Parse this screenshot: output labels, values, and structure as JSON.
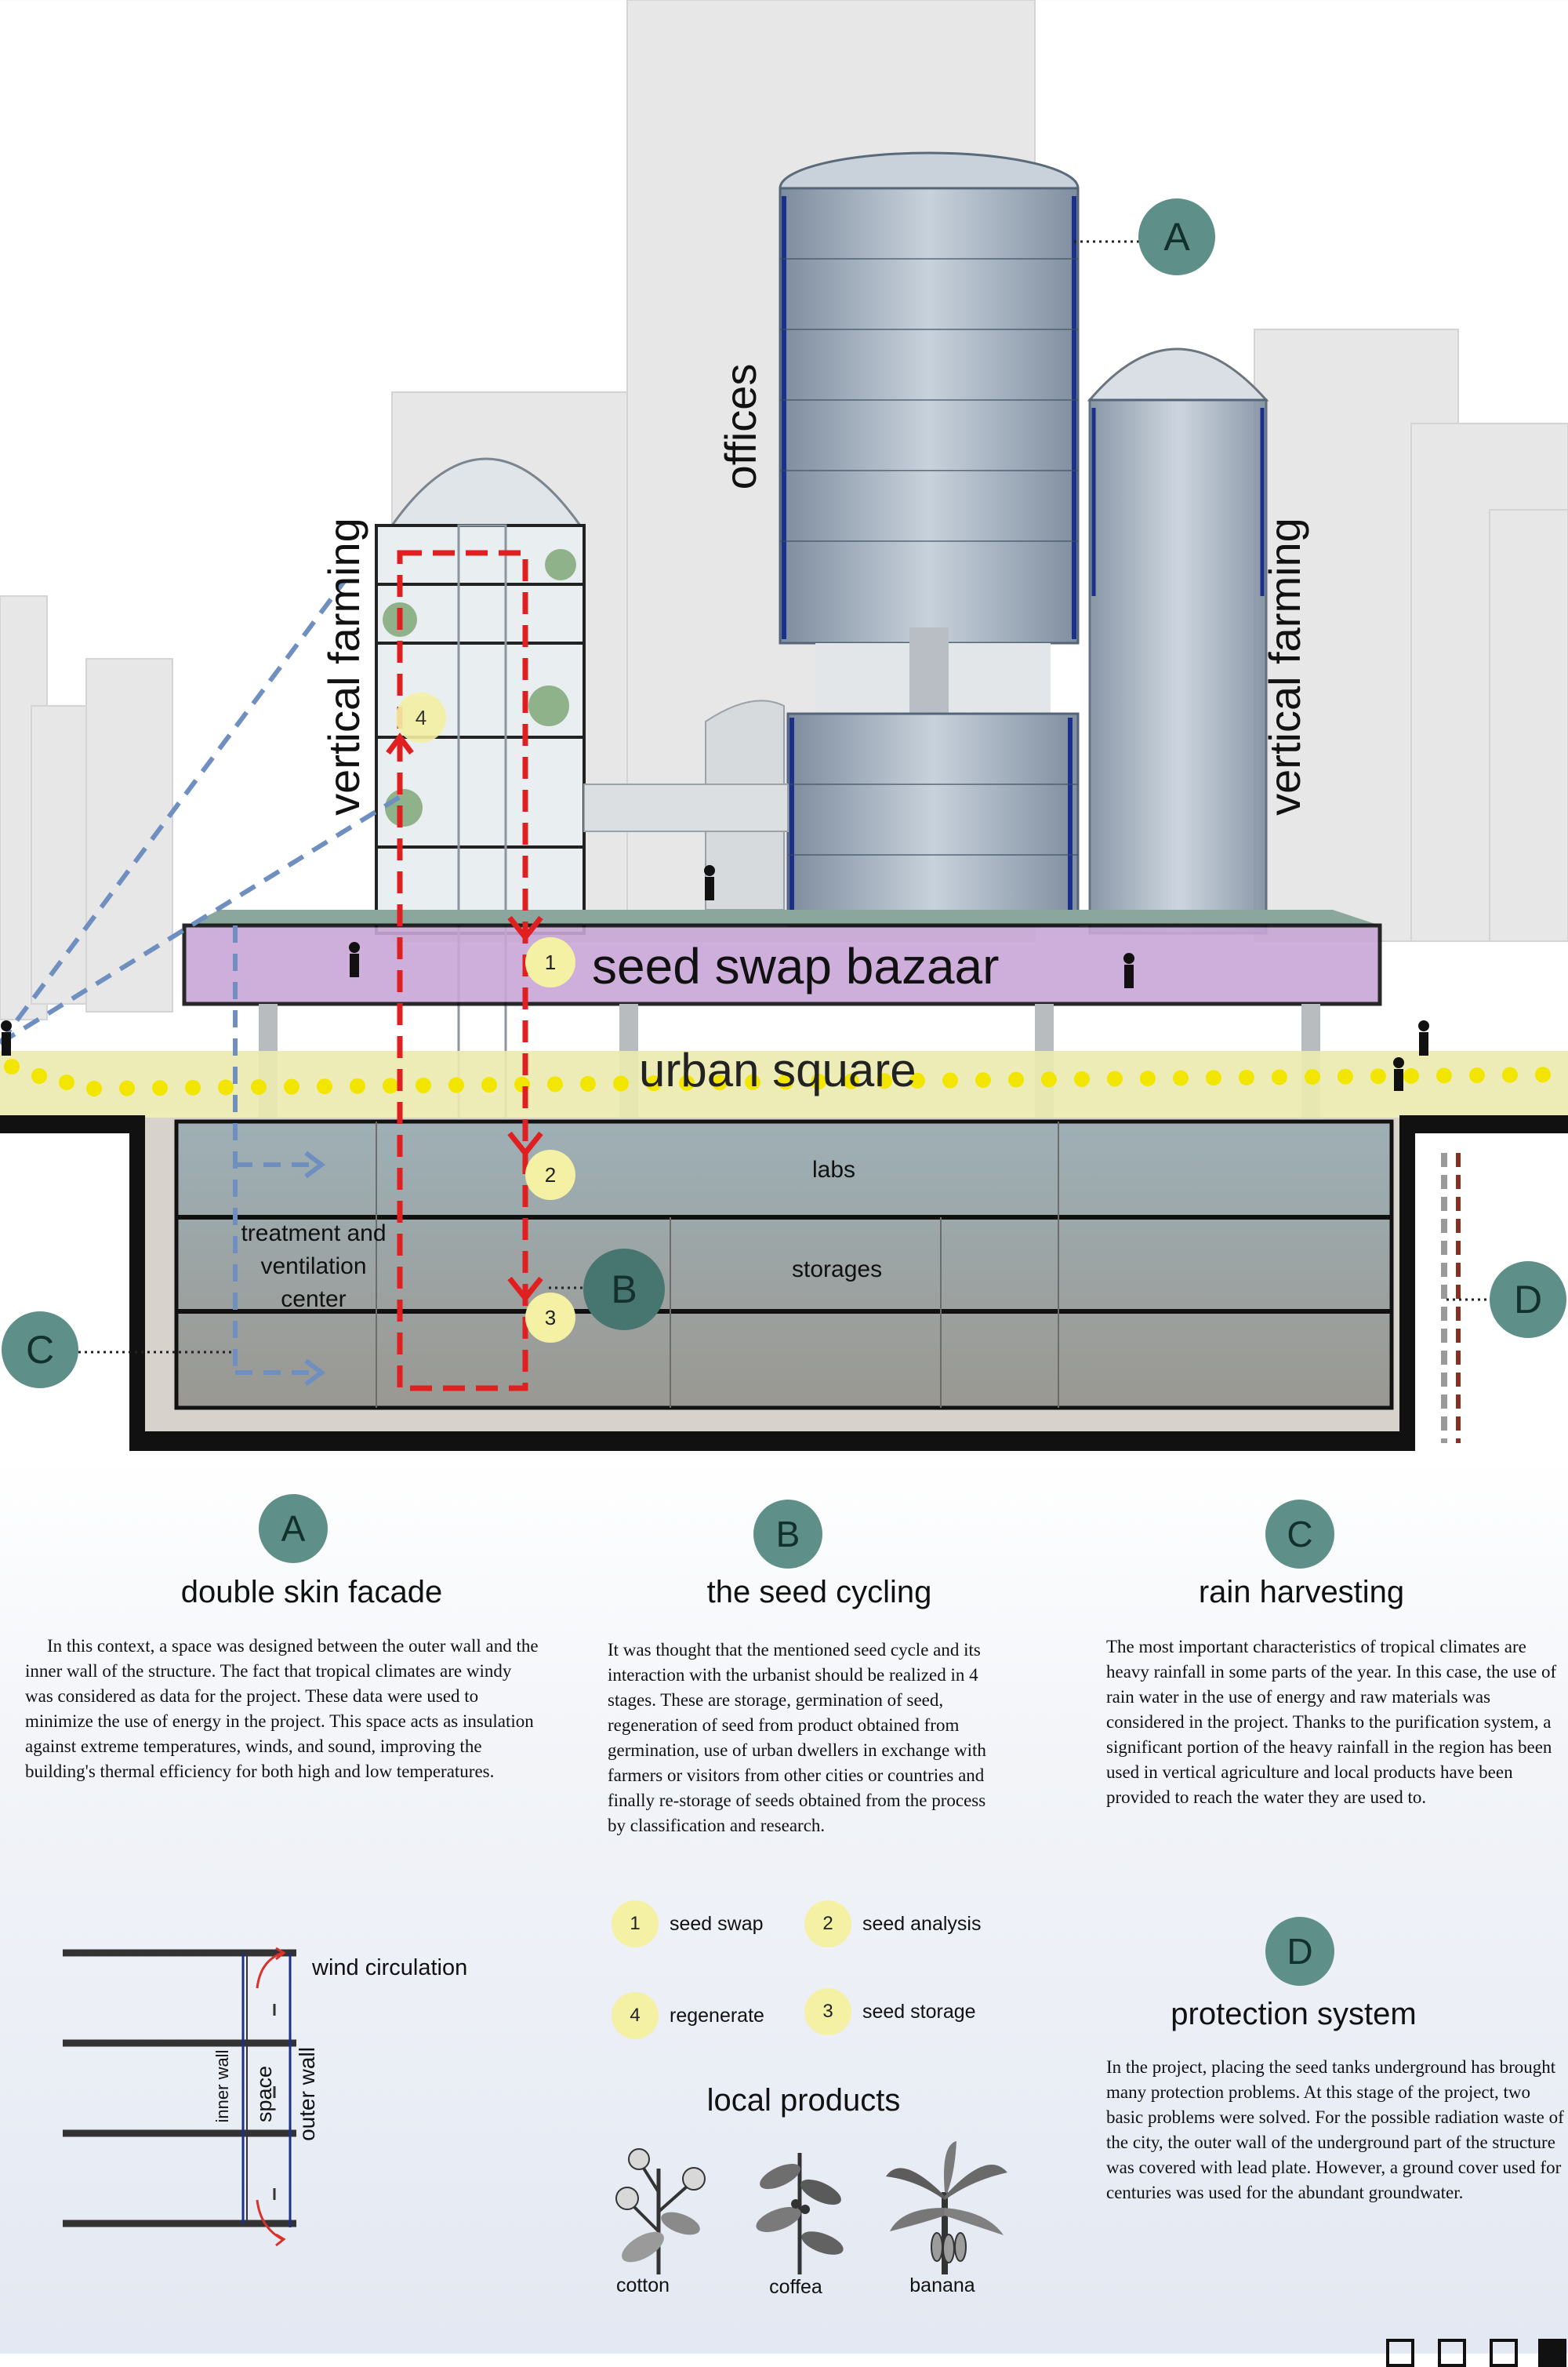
{
  "scene": {
    "labels": {
      "offices": "offices",
      "vertical_farming_left": "vertical farming",
      "vertical_farming_right": "vertical farming",
      "seed_swap_bazaar": "seed swap bazaar",
      "urban_square": "urban square",
      "labs": "labs",
      "storages": "storages",
      "treatment_line1": "treatment and",
      "treatment_line2": "ventilation",
      "treatment_line3": "center"
    },
    "callouts": [
      "A",
      "B",
      "C",
      "D"
    ],
    "stage_markers": [
      "1",
      "2",
      "3",
      "4"
    ]
  },
  "sections": {
    "a": {
      "badge": "A",
      "title": "double skin facade",
      "body": "In this context, a space was designed between the outer wall and the inner wall of the structure. The fact that tropical climates are windy was considered as data for the project. These data were used to minimize the use of energy in the project. This space acts as insulation against extreme temperatures, winds, and sound, improving the building's thermal efficiency for both high and low temperatures."
    },
    "b": {
      "badge": "B",
      "title": "the seed cycling",
      "body": "It was thought that the mentioned seed cycle and its interaction with the urbanist should be realized in 4 stages. These are storage, germination of seed, regeneration of seed from product obtained from germination, use of urban dwellers in exchange with farmers or visitors from other cities or countries and finally re-storage of seeds obtained from the process by classification and research."
    },
    "c": {
      "badge": "C",
      "title": "rain harvesting",
      "body": "The most important characteristics of tropical climates are heavy rainfall in some parts of the year. In this case, the use of rain water in the use of energy and raw materials was considered in the project. Thanks to the purification system, a significant portion of the heavy rainfall in the region has been used in vertical agriculture and local products have been provided to reach the water they are used to."
    },
    "d": {
      "badge": "D",
      "title": "protection system",
      "body": "In the project, placing the seed tanks underground has brought many protection problems. At this stage of the project, two basic problems were solved. For the possible radiation waste of the city, the outer wall of the underground part of the structure was covered with lead plate. However, a ground cover used for centuries was used for the abundant groundwater."
    }
  },
  "wall_diagram": {
    "wind_circulation": "wind circulation",
    "inner_wall": "inner wall",
    "space": "space",
    "outer_wall": "outer wall"
  },
  "legend": [
    {
      "num": "1",
      "label": "seed swap"
    },
    {
      "num": "2",
      "label": "seed analysis"
    },
    {
      "num": "4",
      "label": "regenerate"
    },
    {
      "num": "3",
      "label": "seed storage"
    }
  ],
  "local_products": {
    "title": "local products",
    "items": [
      "cotton",
      "coffea",
      "banana"
    ]
  },
  "colors": {
    "badge": "#5e8f88",
    "stage_marker": "#f4f0a4",
    "seed_path": "#e02020",
    "bazaar": "#c9a6d6",
    "urban_square": "#ecebb0",
    "rain_path": "#6f8fc0"
  }
}
